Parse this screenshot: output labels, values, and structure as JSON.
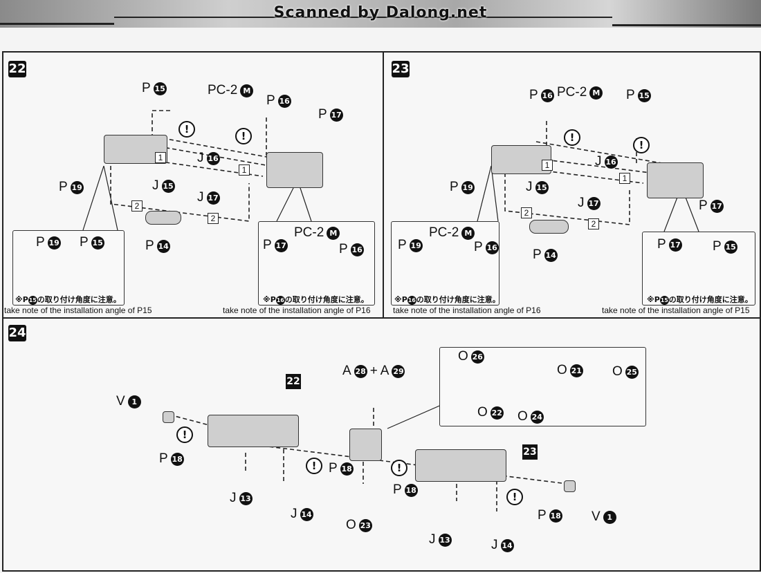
{
  "banner": {
    "title": "Scanned by Dalong.net"
  },
  "steps": {
    "s22": {
      "number": "22",
      "labels": [
        {
          "l": "P",
          "n": "15"
        },
        {
          "l": "PC-2",
          "n": "M"
        },
        {
          "l": "P",
          "n": "16"
        },
        {
          "l": "P",
          "n": "17"
        },
        {
          "l": "P",
          "n": "19"
        },
        {
          "l": "J",
          "n": "16"
        },
        {
          "l": "J",
          "n": "15"
        },
        {
          "l": "J",
          "n": "17"
        },
        {
          "l": "P",
          "n": "14"
        }
      ],
      "boxes": [
        "1",
        "1",
        "2",
        "2"
      ],
      "inset_left": {
        "labels": [
          {
            "l": "P",
            "n": "19"
          },
          {
            "l": "P",
            "n": "15"
          }
        ],
        "note_prefix": "※P",
        "note_num": "15",
        "note_suffix": "の取り付け角度に注意。",
        "note_en": "take note of the installation angle of P15"
      },
      "inset_right": {
        "labels": [
          {
            "l": "P",
            "n": "17"
          },
          {
            "l": "PC-2",
            "n": "M"
          },
          {
            "l": "P",
            "n": "16"
          }
        ],
        "note_prefix": "※P",
        "note_num": "16",
        "note_suffix": "の取り付け角度に注意。",
        "note_en": "take note of the installation angle of P16"
      }
    },
    "s23": {
      "number": "23",
      "labels": [
        {
          "l": "P",
          "n": "16"
        },
        {
          "l": "PC-2",
          "n": "M"
        },
        {
          "l": "P",
          "n": "15"
        },
        {
          "l": "J",
          "n": "16"
        },
        {
          "l": "J",
          "n": "15"
        },
        {
          "l": "J",
          "n": "17"
        },
        {
          "l": "P",
          "n": "19"
        },
        {
          "l": "P",
          "n": "17"
        },
        {
          "l": "P",
          "n": "14"
        }
      ],
      "boxes": [
        "1",
        "1",
        "2",
        "2"
      ],
      "inset_left": {
        "labels": [
          {
            "l": "PC-2",
            "n": "M"
          },
          {
            "l": "P",
            "n": "19"
          },
          {
            "l": "P",
            "n": "16"
          }
        ],
        "note_prefix": "※P",
        "note_num": "16",
        "note_suffix": "の取り付け角度に注意。",
        "note_en": "take note of the installation angle of P16"
      },
      "inset_right": {
        "labels": [
          {
            "l": "P",
            "n": "17"
          },
          {
            "l": "P",
            "n": "15"
          }
        ],
        "note_prefix": "※P",
        "note_num": "15",
        "note_suffix": "の取り付け角度に注意。",
        "note_en": "take note of the installation angle of P15"
      }
    },
    "s24": {
      "number": "24",
      "ref22": "22",
      "ref23": "23",
      "plus": "+",
      "labels": [
        {
          "l": "V",
          "n": "1"
        },
        {
          "l": "A",
          "n": "28"
        },
        {
          "l": "A",
          "n": "29"
        },
        {
          "l": "P",
          "n": "18"
        },
        {
          "l": "J",
          "n": "13"
        },
        {
          "l": "J",
          "n": "14"
        },
        {
          "l": "P",
          "n": "18"
        },
        {
          "l": "O",
          "n": "23"
        },
        {
          "l": "P",
          "n": "18"
        },
        {
          "l": "P",
          "n": "18"
        },
        {
          "l": "V",
          "n": "1"
        },
        {
          "l": "J",
          "n": "13"
        },
        {
          "l": "J",
          "n": "14"
        }
      ],
      "inset": [
        {
          "l": "O",
          "n": "26"
        },
        {
          "l": "O",
          "n": "22"
        },
        {
          "l": "O",
          "n": "24"
        },
        {
          "l": "O",
          "n": "21"
        },
        {
          "l": "O",
          "n": "25"
        }
      ]
    }
  },
  "caution_symbol": "!"
}
